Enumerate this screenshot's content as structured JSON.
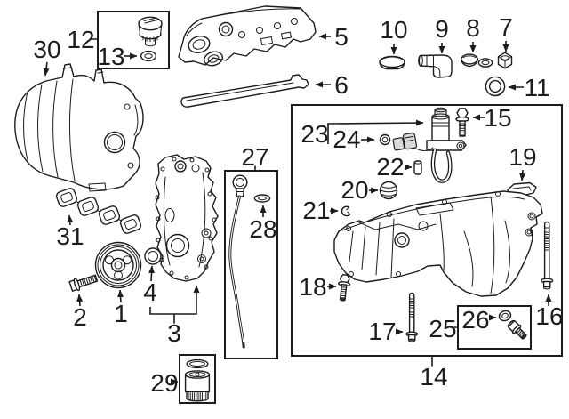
{
  "diagram": {
    "type": "exploded-parts-line-diagram",
    "colors": {
      "background": "#ffffff",
      "line": "#1c1c1c"
    },
    "callouts": {
      "n1": "1",
      "n2": "2",
      "n3": "3",
      "n4": "4",
      "n5": "5",
      "n6": "6",
      "n7": "7",
      "n8": "8",
      "n9": "9",
      "n10": "10",
      "n11": "11",
      "n12": "12",
      "n13": "13",
      "n14": "14",
      "n15": "15",
      "n16": "16",
      "n17": "17",
      "n18": "18",
      "n19": "19",
      "n20": "20",
      "n21": "21",
      "n22": "22",
      "n23": "23",
      "n24": "24",
      "n25": "25",
      "n26": "26",
      "n27": "27",
      "n28": "28",
      "n29": "29",
      "n30": "30",
      "n31": "31"
    }
  }
}
